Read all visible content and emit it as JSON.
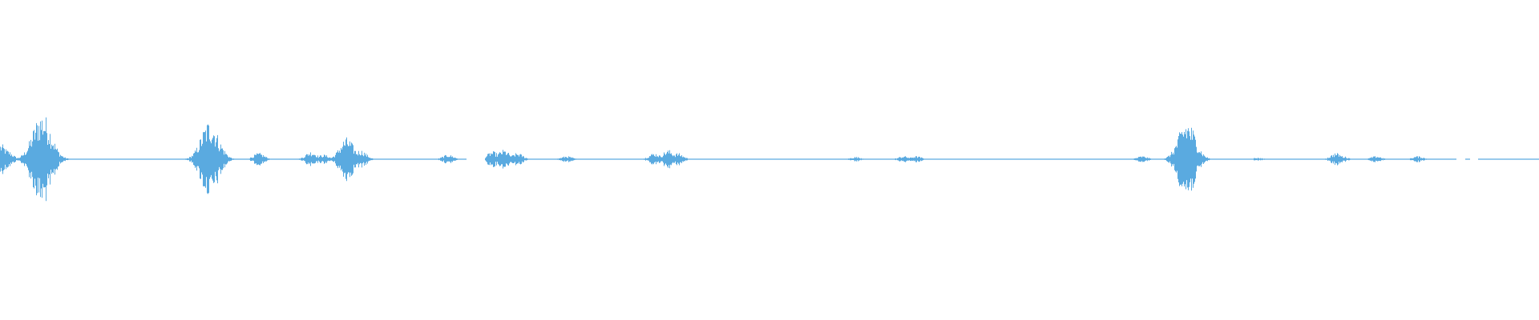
{
  "waveform": {
    "color": "#5aaae0",
    "bursts": [
      {
        "t": 0.0,
        "amp": 0.1
      },
      {
        "t": 0.004,
        "amp": 0.06
      },
      {
        "t": 0.027,
        "amp": 0.3
      },
      {
        "t": 0.029,
        "amp": 0.18
      },
      {
        "t": 0.024,
        "amp": 0.08
      },
      {
        "t": 0.136,
        "amp": 0.25
      },
      {
        "t": 0.14,
        "amp": 0.14
      },
      {
        "t": 0.131,
        "amp": 0.06
      },
      {
        "t": 0.168,
        "amp": 0.04
      },
      {
        "t": 0.202,
        "amp": 0.05
      },
      {
        "t": 0.21,
        "amp": 0.03
      },
      {
        "t": 0.225,
        "amp": 0.14
      },
      {
        "t": 0.228,
        "amp": 0.08
      },
      {
        "t": 0.234,
        "amp": 0.06
      },
      {
        "t": 0.291,
        "amp": 0.03
      },
      {
        "t": 0.32,
        "amp": 0.05
      },
      {
        "t": 0.327,
        "amp": 0.06
      },
      {
        "t": 0.336,
        "amp": 0.04
      },
      {
        "t": 0.368,
        "amp": 0.02
      },
      {
        "t": 0.425,
        "amp": 0.04
      },
      {
        "t": 0.434,
        "amp": 0.06
      },
      {
        "t": 0.44,
        "amp": 0.04
      },
      {
        "t": 0.556,
        "amp": 0.015
      },
      {
        "t": 0.587,
        "amp": 0.02
      },
      {
        "t": 0.595,
        "amp": 0.02
      },
      {
        "t": 0.742,
        "amp": 0.02
      },
      {
        "t": 0.771,
        "amp": 0.25
      },
      {
        "t": 0.773,
        "amp": 0.08
      },
      {
        "t": 0.817,
        "amp": 0.01
      },
      {
        "t": 0.868,
        "amp": 0.04
      },
      {
        "t": 0.872,
        "amp": 0.02
      },
      {
        "t": 0.894,
        "amp": 0.02
      },
      {
        "t": 0.921,
        "amp": 0.02
      }
    ],
    "gaps": [
      [
        0.303,
        0.315
      ],
      [
        0.946,
        0.952
      ],
      [
        0.955,
        0.96
      ]
    ]
  }
}
